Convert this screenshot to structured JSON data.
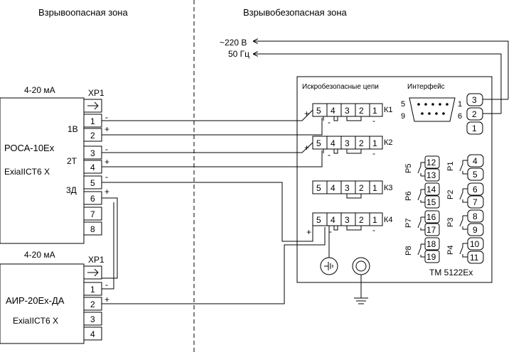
{
  "zones": {
    "hazardous": "Взрывоопасная зона",
    "safe": "Взрывобезопасная зона"
  },
  "power": {
    "voltage": "~220 В",
    "frequency": "50 Гц"
  },
  "sensor1": {
    "current": "4-20 мА",
    "connector": "XP1",
    "name": "РОСА-10Ех",
    "marking": "ExiaIICT6 X",
    "outputs": [
      "1В",
      "2Т",
      "3Д"
    ],
    "pins": [
      "1",
      "2",
      "3",
      "4",
      "5",
      "6",
      "7",
      "8"
    ]
  },
  "sensor2": {
    "current": "4-20 мА",
    "connector": "XP1",
    "name": "АИР-20Ех-ДА",
    "marking": "ExiaIICT6 X",
    "pins": [
      "1",
      "2",
      "3",
      "4"
    ]
  },
  "barrier": {
    "intrinsic_label": "Искробезопасные цепи",
    "interface_label": "Интерфейс",
    "model": "ТМ 5122Ех",
    "connectors": [
      "К1",
      "К2",
      "К3",
      "К4"
    ],
    "connector_pins": [
      "5",
      "4",
      "3",
      "2",
      "1"
    ],
    "db9_left": [
      "5",
      "9"
    ],
    "db9_right": [
      "1",
      "6"
    ],
    "power_pins": [
      "3",
      "2",
      "1"
    ],
    "relays": [
      {
        "name": "Р1",
        "pins": [
          "4",
          "5"
        ]
      },
      {
        "name": "Р2",
        "pins": [
          "6",
          "7"
        ]
      },
      {
        "name": "Р3",
        "pins": [
          "8",
          "9"
        ]
      },
      {
        "name": "Р4",
        "pins": [
          "10",
          "11"
        ]
      },
      {
        "name": "Р5",
        "pins": [
          "12",
          "13"
        ]
      },
      {
        "name": "Р6",
        "pins": [
          "14",
          "15"
        ]
      },
      {
        "name": "Р7",
        "pins": [
          "16",
          "17"
        ]
      },
      {
        "name": "Р8",
        "pins": [
          "18",
          "19"
        ]
      }
    ]
  },
  "polarity": {
    "plus": "+",
    "minus": "-"
  }
}
